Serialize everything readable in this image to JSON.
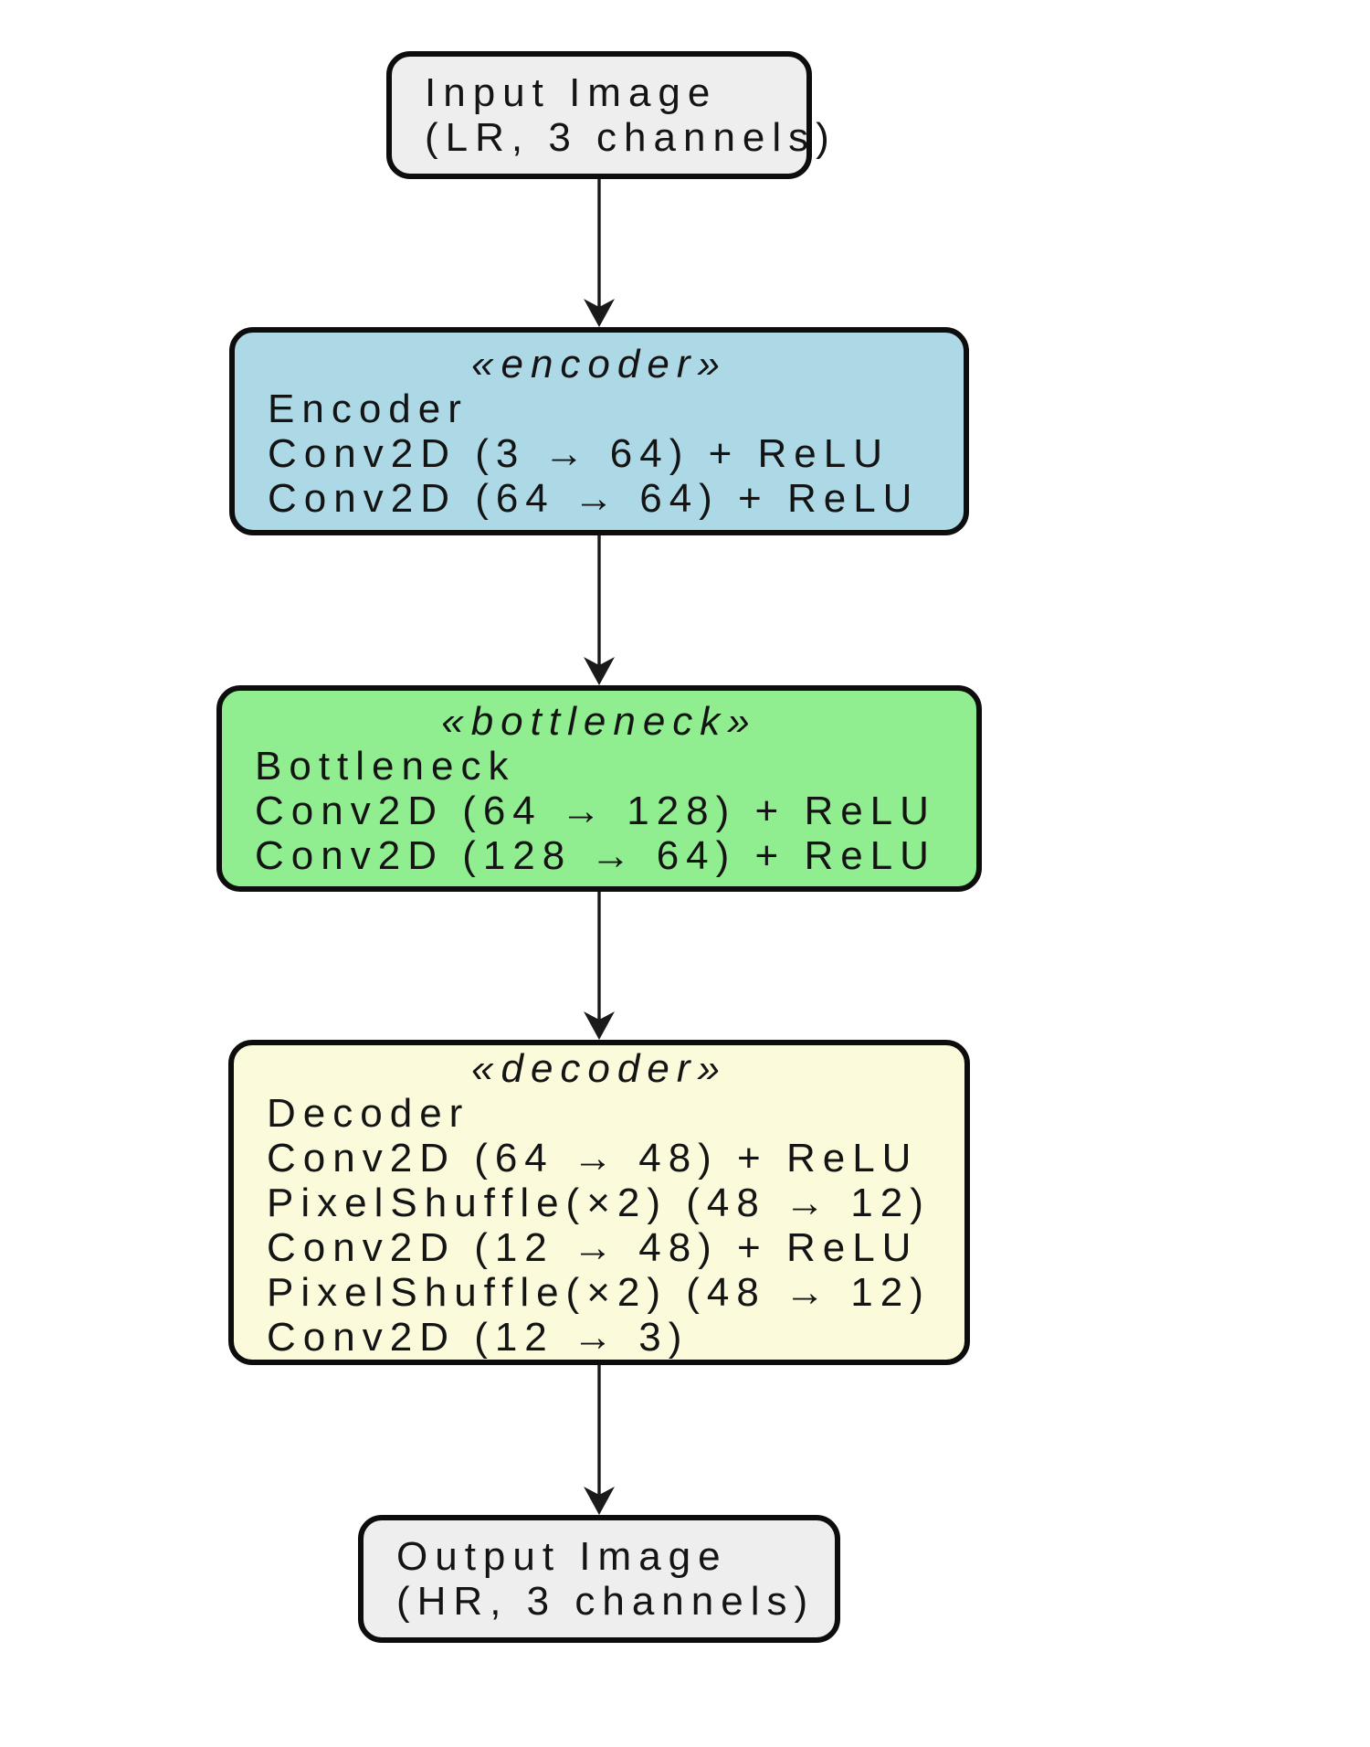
{
  "diagram": {
    "title": "Super-resolution encoder–bottleneck–decoder network flowchart",
    "background_color": "#ffffff",
    "border_color": "#0d0d0d",
    "arrow_color": "#1a1a1a",
    "nodes": [
      {
        "id": "input-image",
        "kind": "terminal",
        "fill": "#eeeeee",
        "lines": [
          "Input Image",
          "(LR, 3 channels)"
        ]
      },
      {
        "id": "encoder",
        "kind": "stage",
        "fill": "#add8e6",
        "stereotype": "«encoder»",
        "lines": [
          "Encoder",
          "Conv2D (3 → 64) + ReLU",
          "Conv2D (64 → 64) + ReLU"
        ]
      },
      {
        "id": "bottleneck",
        "kind": "stage",
        "fill": "#90ee90",
        "stereotype": "«bottleneck»",
        "lines": [
          "Bottleneck",
          "Conv2D (64 → 128) + ReLU",
          "Conv2D (128 → 64) + ReLU"
        ]
      },
      {
        "id": "decoder",
        "kind": "stage",
        "fill": "#fbfbdc",
        "stereotype": "«decoder»",
        "lines": [
          "Decoder",
          "Conv2D (64 → 48) + ReLU",
          "PixelShuffle(×2) (48 → 12)",
          "Conv2D (12 → 48) + ReLU",
          "PixelShuffle(×2) (48 → 12)",
          "Conv2D (12 → 3)"
        ]
      },
      {
        "id": "output-image",
        "kind": "terminal",
        "fill": "#eeeeee",
        "lines": [
          "Output Image",
          "(HR, 3 channels)"
        ]
      }
    ],
    "edges": [
      {
        "from": "input-image",
        "to": "encoder"
      },
      {
        "from": "encoder",
        "to": "bottleneck"
      },
      {
        "from": "bottleneck",
        "to": "decoder"
      },
      {
        "from": "decoder",
        "to": "output-image"
      }
    ]
  }
}
